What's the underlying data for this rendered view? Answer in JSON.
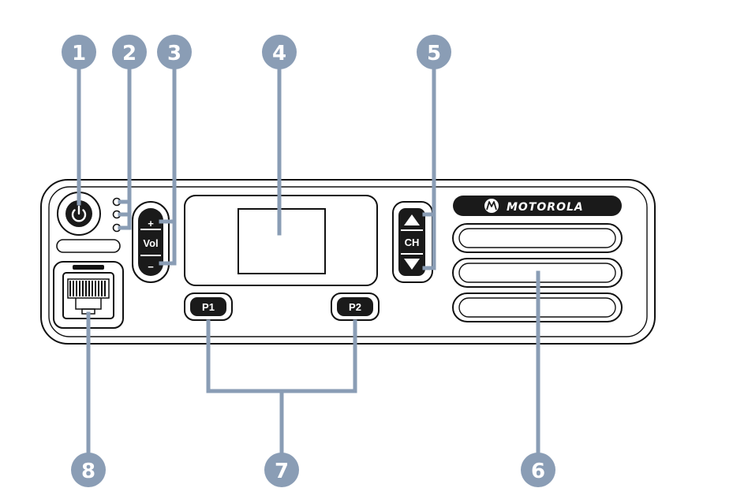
{
  "colors": {
    "callout": "#8a9db5",
    "outline": "#111111",
    "button": "#1a1a1a",
    "background": "#ffffff"
  },
  "callouts": [
    "1",
    "2",
    "3",
    "4",
    "5",
    "6",
    "7",
    "8"
  ],
  "radio": {
    "volume": {
      "plus": "+",
      "label": "Vol",
      "minus": "−"
    },
    "channel": {
      "label": "CH"
    },
    "programmable": [
      "P1",
      "P2"
    ],
    "brand": "MOTOROLA"
  },
  "icons": {
    "power": "power-icon",
    "up": "arrow-up-icon",
    "down": "arrow-down-icon",
    "logo": "motorola-logo-icon",
    "port": "rj45-port-icon"
  }
}
